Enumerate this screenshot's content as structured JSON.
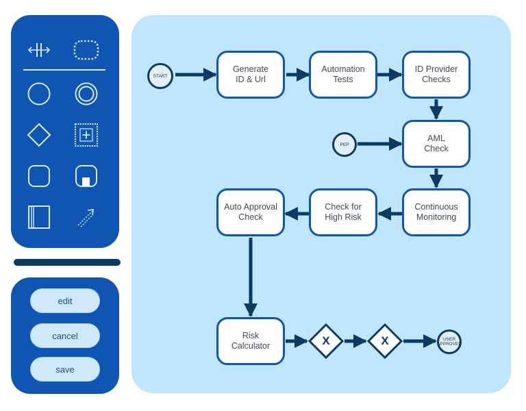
{
  "palette": {
    "tools": [
      {
        "name": "lane-split-icon"
      },
      {
        "name": "dashed-box-icon"
      },
      {
        "name": "circle-icon"
      },
      {
        "name": "double-circle-icon"
      },
      {
        "name": "diamond-icon"
      },
      {
        "name": "plus-box-icon"
      },
      {
        "name": "rounded-square-icon"
      },
      {
        "name": "rounded-square-marker-icon"
      },
      {
        "name": "pool-icon"
      },
      {
        "name": "dashed-arrow-icon"
      }
    ]
  },
  "actions": {
    "edit_label": "edit",
    "cancel_label": "cancel",
    "save_label": "save"
  },
  "diagram": {
    "start_label": "START",
    "pep_label": "PEP",
    "end_label": "USER\nAPPROVED",
    "nodes": [
      {
        "id": "generate",
        "label": "Generate\nID & Url"
      },
      {
        "id": "automation",
        "label": "Automation\nTests"
      },
      {
        "id": "idprovider",
        "label": "ID Provider\nChecks"
      },
      {
        "id": "aml",
        "label": "AML\nCheck"
      },
      {
        "id": "monitoring",
        "label": "Continuous\nMonitoring"
      },
      {
        "id": "highrisk",
        "label": "Check for\nHigh Risk"
      },
      {
        "id": "autoapproval",
        "label": "Auto Approval\nCheck"
      },
      {
        "id": "risk",
        "label": "Risk\nCalculator"
      }
    ],
    "gateways": [
      {
        "id": "gw1",
        "label": "X"
      },
      {
        "id": "gw2",
        "label": "X"
      }
    ]
  }
}
